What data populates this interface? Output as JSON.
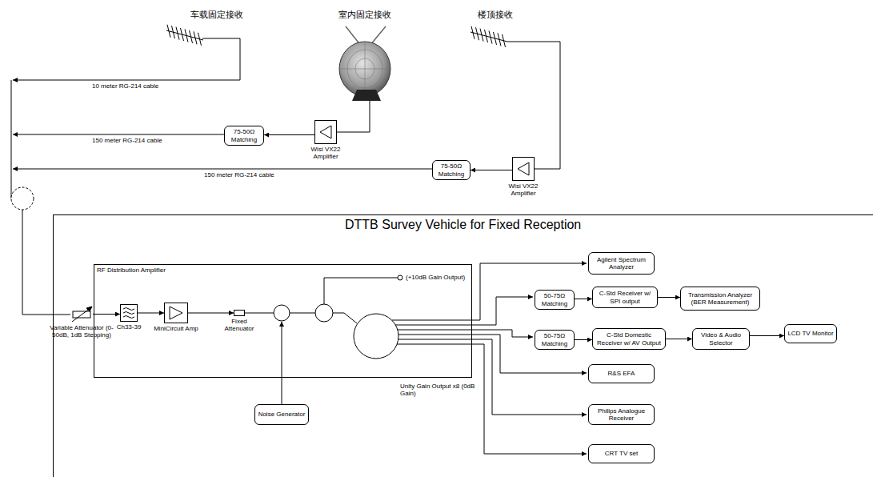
{
  "diagram": {
    "nodes": [
      {
        "text": [
          "Wisi VX22 Amplifier"
        ]
      },
      {
        "text": [
          "75-50Ω Matching"
        ]
      },
      {
        "text": [
          "75-50Ω Matching"
        ]
      },
      {
        "text": [
          "Wisi VX22 Amplifier"
        ]
      },
      {
        "text": [
          "DTTB Survey Vehicle for Fixed Reception"
        ]
      },
      {
        "text": [
          "Variable Attenuator (0-50dB, 1dB Stepping)"
        ],
        "in": 4
      },
      {
        "text": [
          "RF Distribution Amplifier"
        ],
        "in": 4
      },
      {
        "text": [
          "Ch33-39"
        ],
        "in": 6
      },
      {
        "text": [
          "MiniCircuit Amp"
        ],
        "in": 6
      },
      {
        "text": [
          "Fixed Attenuator"
        ],
        "in": 6
      },
      {
        "text": [
          "Noise Generator"
        ],
        "in": 4
      },
      {
        "text": [
          "Agilent Spectrum Analyzer"
        ],
        "in": 4
      },
      {
        "text": [
          "50-75Ω Matching"
        ],
        "in": 4
      },
      {
        "text": [
          "C-Std Receiver w/ SPI output"
        ],
        "in": 4
      },
      {
        "text": [
          "Transmission Analyzer (BER Measurement)"
        ],
        "in": 4
      },
      {
        "text": [
          "50-75Ω Matching"
        ],
        "in": 4
      },
      {
        "text": [
          "C-Std Domestic Receiver w/ AV Output"
        ],
        "in": 4
      },
      {
        "text": [
          "Video & Audio Selector"
        ],
        "in": 4
      },
      {
        "text": [
          "LCD TV Monitor"
        ],
        "in": 4
      },
      {
        "text": [
          "R&S EFA"
        ],
        "in": 4
      },
      {
        "text": [
          "Philips Analogue Receiver"
        ],
        "in": 4
      },
      {
        "text": [
          "CRT TV set"
        ],
        "in": 4
      }
    ],
    "edges": [
      {
        "from": 0,
        "to": 1,
        "arrow": "to"
      },
      {
        "from": 3,
        "to": 2,
        "arrow": "to"
      },
      {
        "from": 5,
        "to": 7,
        "arrow": "to"
      },
      {
        "from": 7,
        "to": 8,
        "arrow": "to"
      },
      {
        "from": 8,
        "to": 9,
        "arrow": "to"
      },
      {
        "from": 12,
        "to": 13,
        "arrow": "to"
      },
      {
        "from": 13,
        "to": 14,
        "arrow": "to"
      },
      {
        "from": 15,
        "to": 16,
        "arrow": "to"
      },
      {
        "from": 16,
        "to": 17,
        "arrow": "to"
      },
      {
        "from": 17,
        "to": 18,
        "arrow": "to"
      }
    ],
    "labels": [
      "车载固定接收",
      "室内固定接收",
      "楼顶接收",
      "10 meter RG-214 cable",
      "150 meter RG-214 cable",
      "150 meter RG-214 cable",
      "(+10dB Gain Output)",
      "Unity Gain Output x8 (0dB Gain)"
    ]
  }
}
